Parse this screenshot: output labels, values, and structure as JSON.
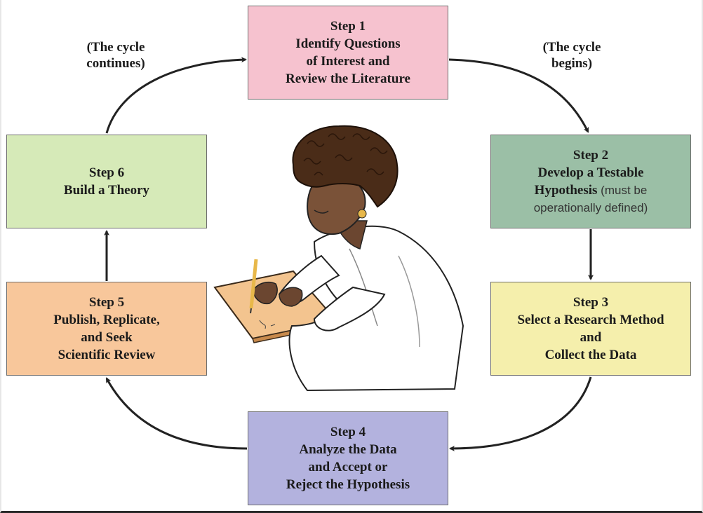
{
  "steps": {
    "s1": {
      "title": "Step 1",
      "lines": [
        "Identify Questions",
        "of Interest and",
        "Review the Literature"
      ],
      "color": "#f6c2cf"
    },
    "s2": {
      "title": "Step 2",
      "lines": [
        "Develop a Testable",
        "Hypothesis"
      ],
      "extra": [
        "(must be",
        "operationally defined)"
      ],
      "color": "#9bbfa6"
    },
    "s3": {
      "title": "Step 3",
      "lines": [
        "Select a Research Method",
        "and",
        "Collect the Data"
      ],
      "color": "#f5efac"
    },
    "s4": {
      "title": "Step 4",
      "lines": [
        "Analyze the Data",
        "and Accept or",
        "Reject the Hypothesis"
      ],
      "color": "#b3b2de"
    },
    "s5": {
      "title": "Step 5",
      "lines": [
        "Publish, Replicate,",
        "and Seek",
        "Scientific Review"
      ],
      "color": "#f8c79b"
    },
    "s6": {
      "title": "Step 6",
      "lines": [
        "Build a Theory"
      ],
      "color": "#d6eab8"
    }
  },
  "notes": {
    "left": [
      "(The cycle",
      "continues)"
    ],
    "right": [
      "(The cycle",
      "begins)"
    ]
  },
  "illustration": "scientist-writing"
}
